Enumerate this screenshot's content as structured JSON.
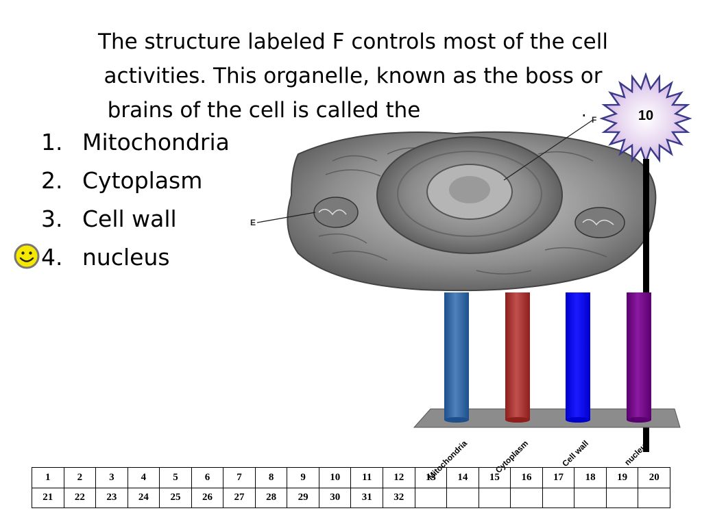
{
  "question": {
    "line1": "The structure labeled F controls most of the cell",
    "line2": "activities.   This organelle, known as the boss or",
    "line3": "brains of the cell is called the",
    "dot": "."
  },
  "answers": [
    {
      "num": "1.",
      "label": "Mitochondria"
    },
    {
      "num": "2.",
      "label": "Cytoplasm"
    },
    {
      "num": "3.",
      "label": "Cell wall"
    },
    {
      "num": "4.",
      "label": "nucleus"
    }
  ],
  "correct_answer_index": 3,
  "cell_image": {
    "label_e": "E",
    "label_f": "F"
  },
  "countdown": {
    "value": "10"
  },
  "chart_data": {
    "type": "bar",
    "categories": [
      "Mitochondria",
      "Cytoplasm",
      "Cell wall",
      "nucleus"
    ],
    "values": [
      100,
      100,
      100,
      100
    ],
    "colors": [
      "#4f81bd",
      "#c0504d",
      "#1a1aff",
      "#8b1aa0"
    ],
    "ylim": [
      0,
      100
    ],
    "grid": false,
    "style": "3d-cylinder"
  },
  "responder_grid": {
    "row1": [
      "1",
      "2",
      "3",
      "4",
      "5",
      "6",
      "7",
      "8",
      "9",
      "10",
      "11",
      "12",
      "13",
      "14",
      "15",
      "16",
      "17",
      "18",
      "19",
      "20"
    ],
    "row2": [
      "21",
      "22",
      "23",
      "24",
      "25",
      "26",
      "27",
      "28",
      "29",
      "30",
      "31",
      "32",
      "",
      "",
      "",
      "",
      "",
      "",
      "",
      ""
    ]
  }
}
